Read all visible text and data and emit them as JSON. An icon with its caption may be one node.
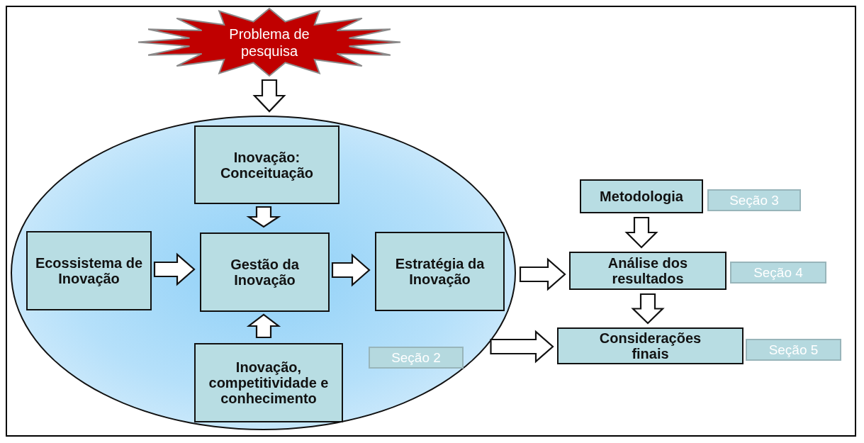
{
  "diagram": {
    "nodes": [
      {
        "text": [
          "Problema de pesquisa"
        ]
      },
      {
        "text": [],
        "shape": "ellipse"
      },
      {
        "text": [
          "Inovação: Conceituação"
        ],
        "in": 1
      },
      {
        "text": [
          "Ecossistema de Inovação"
        ],
        "in": 1
      },
      {
        "text": [
          "Gestão da Inovação"
        ],
        "in": 1
      },
      {
        "text": [
          "Estratégia da Inovação"
        ],
        "in": 1
      },
      {
        "text": [
          "Inovação, competitividade e conhecimento"
        ],
        "in": 1
      },
      {
        "text": [
          "Seção 2"
        ],
        "in": 1
      },
      {
        "text": [
          "Metodologia"
        ]
      },
      {
        "text": [
          "Seção 3"
        ]
      },
      {
        "text": [
          "Análise dos resultados"
        ]
      },
      {
        "text": [
          "Seção 4"
        ]
      },
      {
        "text": [
          "Considerações finais"
        ]
      },
      {
        "text": [
          "Seção 5"
        ]
      }
    ],
    "edges": [
      {
        "from": 0,
        "to": 1,
        "arrow": "to"
      },
      {
        "from": 2,
        "to": 4,
        "arrow": "to"
      },
      {
        "from": 3,
        "to": 4,
        "arrow": "to"
      },
      {
        "from": 6,
        "to": 4,
        "arrow": "to"
      },
      {
        "from": 4,
        "to": 5,
        "arrow": "to"
      },
      {
        "from": 1,
        "to": 10,
        "arrow": "to"
      },
      {
        "from": 8,
        "to": 10,
        "arrow": "to"
      },
      {
        "from": 1,
        "to": 12,
        "arrow": "to"
      },
      {
        "from": 10,
        "to": 12,
        "arrow": "to"
      }
    ]
  }
}
